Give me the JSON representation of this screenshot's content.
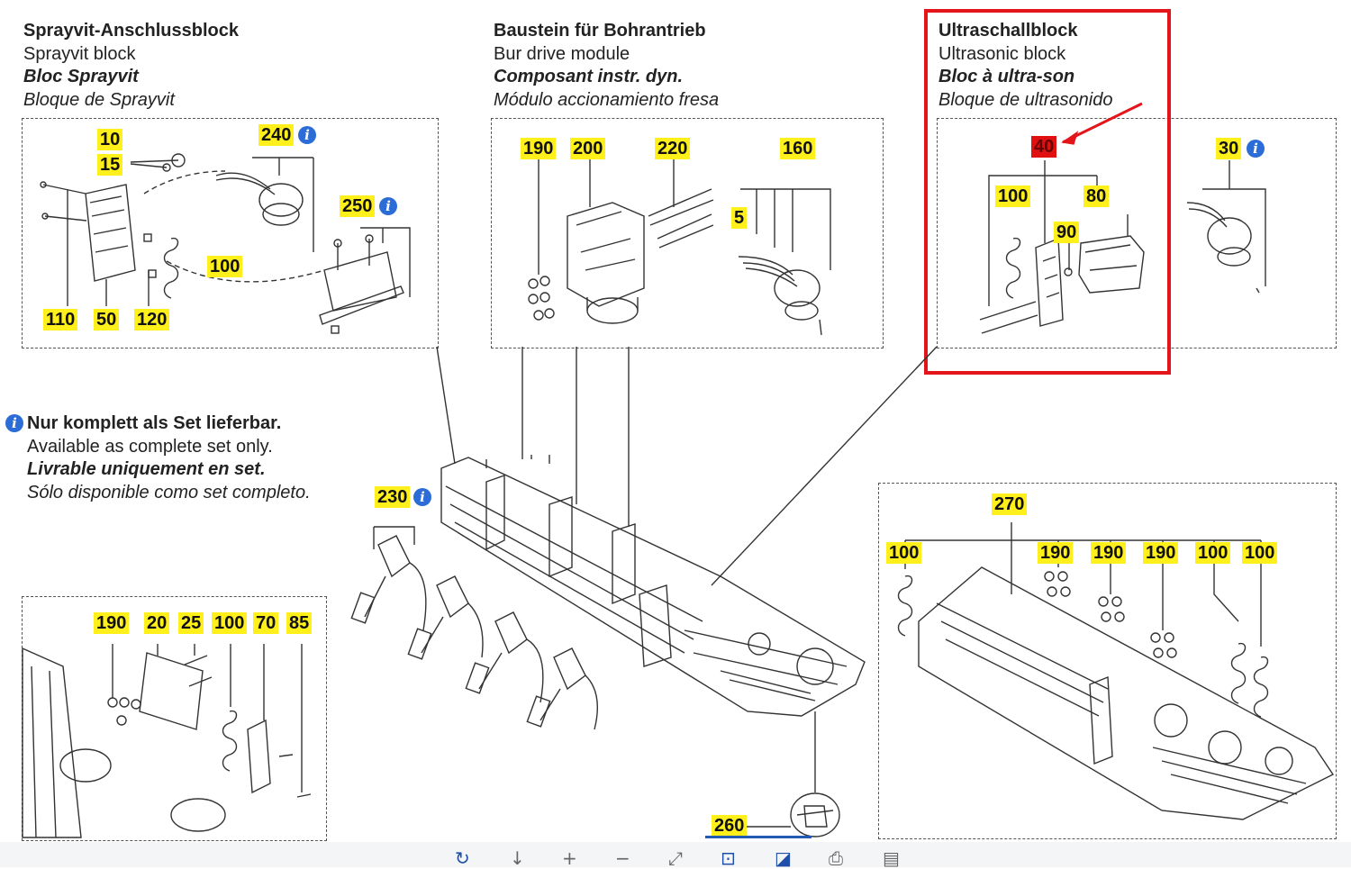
{
  "sections": {
    "sprayvit": {
      "lines": [
        "Sprayvit-Anschlussblock",
        "Sprayvit block",
        "Bloc Sprayvit",
        "Bloque de Sprayvit"
      ]
    },
    "bur": {
      "lines": [
        "Baustein für Bohrantrieb",
        "Bur drive module",
        "Composant instr. dyn.",
        "Módulo accionamiento fresa"
      ]
    },
    "ultra": {
      "lines": [
        "Ultraschallblock",
        "Ultrasonic block",
        "Bloc à ultra-son",
        "Bloque de ultrasonido"
      ]
    }
  },
  "note": {
    "lines": [
      "Nur komplett als Set lieferbar.",
      "Available as complete set only.",
      "Livrable uniquement en set.",
      "Sólo disponible como set completo."
    ]
  },
  "info_symbol": "i",
  "tags": {
    "t10": "10",
    "t15": "15",
    "t240": "240",
    "t250": "250",
    "t100a": "100",
    "t110": "110",
    "t50": "50",
    "t120": "120",
    "t190a": "190",
    "t200": "200",
    "t220": "220",
    "t160": "160",
    "t5": "5",
    "t40": "40",
    "t100b": "100",
    "t80": "80",
    "t90": "90",
    "t30": "30",
    "t230": "230",
    "t190b": "190",
    "t20": "20",
    "t25": "25",
    "t100c": "100",
    "t70": "70",
    "t85": "85",
    "t270": "270",
    "t100d": "100",
    "t190c": "190",
    "t190d": "190",
    "t190e": "190",
    "t100e": "100",
    "t100f": "100",
    "t260": "260"
  },
  "colors": {
    "highlight": "#e3151a",
    "tag": "#ffef1a",
    "tag_selected": "#e01010",
    "info": "#2c6cd6"
  },
  "toolbar": {
    "icons": [
      {
        "name": "rotate-icon",
        "glyph": "↻"
      },
      {
        "name": "download-icon",
        "glyph": "↓"
      },
      {
        "name": "zoom-in-icon",
        "glyph": "+"
      },
      {
        "name": "zoom-out-icon",
        "glyph": "−"
      },
      {
        "name": "fit-icon",
        "glyph": "⤢"
      },
      {
        "name": "select-area-icon",
        "glyph": "⊡"
      },
      {
        "name": "page-view-icon",
        "glyph": "◪"
      },
      {
        "name": "print-icon",
        "glyph": "⎙"
      },
      {
        "name": "document-icon",
        "glyph": "▤"
      }
    ]
  }
}
